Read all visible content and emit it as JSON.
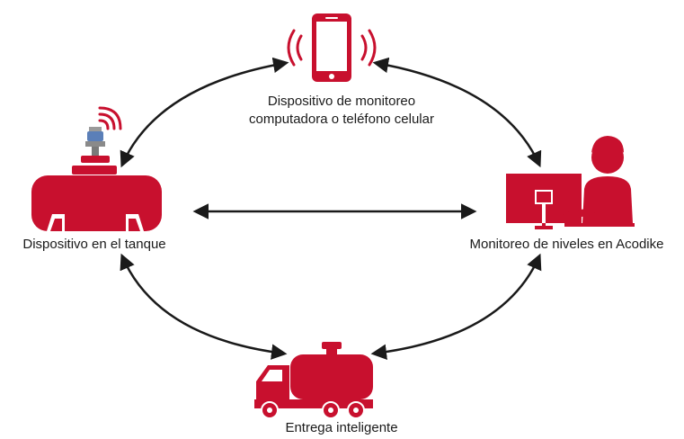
{
  "colors": {
    "accent": "#c8102e",
    "arrow": "#1a1a1a",
    "text": "#1a1a1a",
    "sensor_blue": "#5b7fb8"
  },
  "nodes": {
    "phone": {
      "icon": "smartphone-with-signal-icon",
      "label_line1": "Dispositivo de monitoreo",
      "label_line2": "computadora o teléfono celular"
    },
    "tank": {
      "icon": "tank-with-wireless-sensor-icon",
      "label": "Dispositivo en el tanque"
    },
    "monitor": {
      "icon": "operator-at-computer-icon",
      "label": "Monitoreo de niveles en Acodike"
    },
    "truck": {
      "icon": "tanker-truck-icon",
      "label": "Entrega inteligente"
    }
  },
  "connections": [
    {
      "from": "tank",
      "to": "phone",
      "style": "curved-double-arrow"
    },
    {
      "from": "phone",
      "to": "monitor",
      "style": "curved-double-arrow"
    },
    {
      "from": "monitor",
      "to": "truck",
      "style": "curved-double-arrow"
    },
    {
      "from": "truck",
      "to": "tank",
      "style": "curved-double-arrow"
    },
    {
      "from": "tank",
      "to": "monitor",
      "style": "straight-double-arrow"
    }
  ]
}
